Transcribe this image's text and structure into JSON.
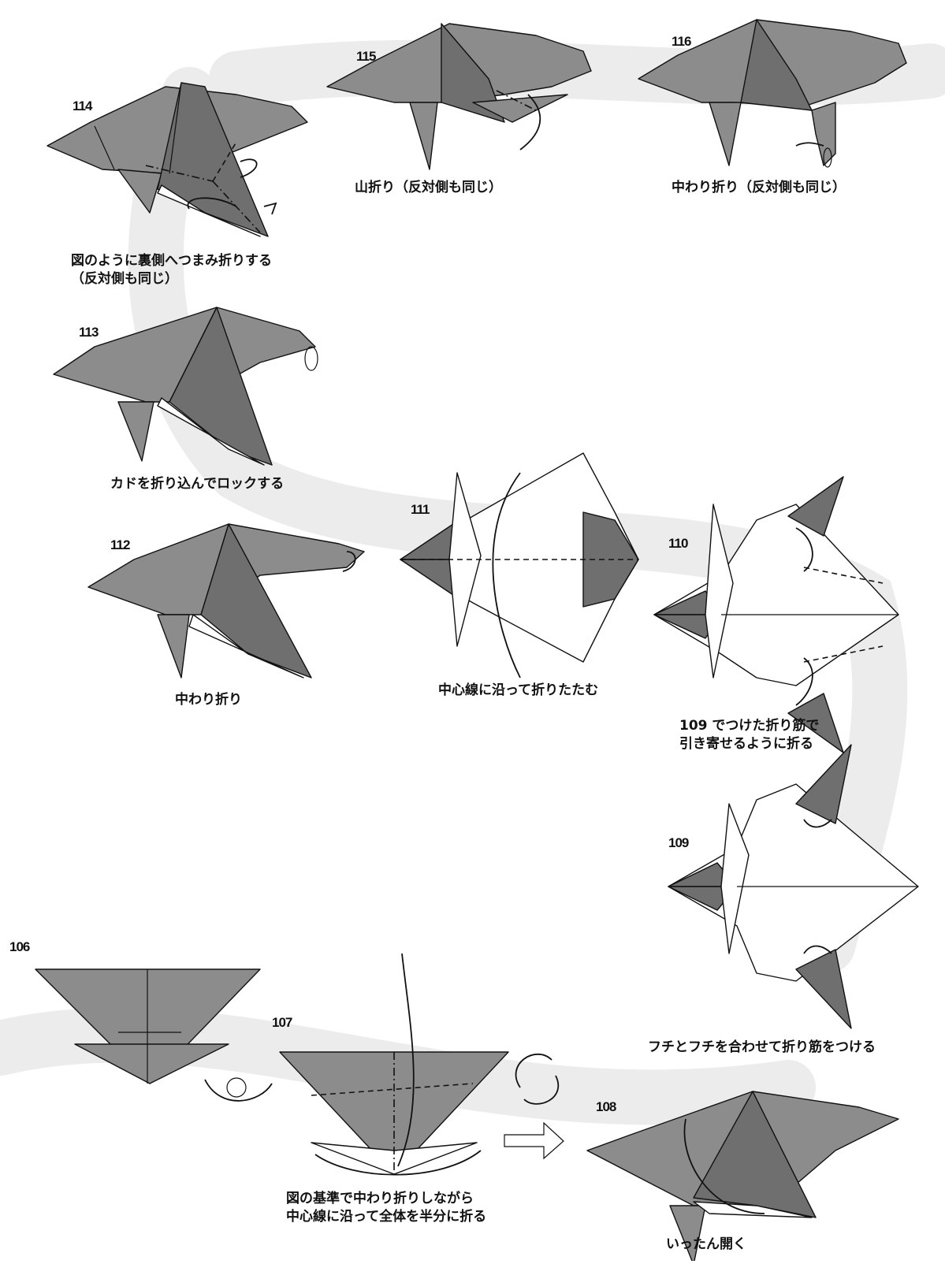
{
  "steps": [
    {
      "num": "114",
      "caption": [
        "図のように裏側へつまみ折りする",
        "（反対側も同じ）"
      ]
    },
    {
      "num": "115",
      "caption": [
        "山折り（反対側も同じ）"
      ]
    },
    {
      "num": "116",
      "caption": [
        "中わり折り（反対側も同じ）"
      ]
    },
    {
      "num": "113",
      "caption": [
        "カドを折り込んでロックする"
      ]
    },
    {
      "num": "112",
      "caption": [
        "中わり折り"
      ]
    },
    {
      "num": "111",
      "caption": [
        "中心線に沿って折りたたむ"
      ]
    },
    {
      "num": "110",
      "caption": [
        "109 でつけた折り筋で",
        "引き寄せるように折る"
      ]
    },
    {
      "num": "109",
      "caption": [
        "フチとフチを合わせて折り筋をつける"
      ]
    },
    {
      "num": "106",
      "caption": []
    },
    {
      "num": "107",
      "caption": [
        "図の基準で中わり折りしながら",
        "中心線に沿って全体を半分に折る"
      ]
    },
    {
      "num": "108",
      "caption": [
        "いったん開く"
      ]
    }
  ]
}
